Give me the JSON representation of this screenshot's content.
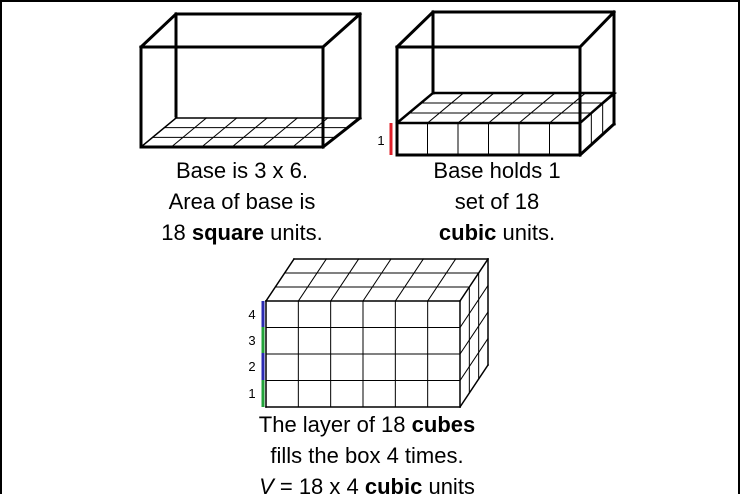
{
  "caption_left": {
    "line1": "Base is 3 x 6.",
    "line2": "Area of base is",
    "line3_pre": "18 ",
    "line3_bold": "square",
    "line3_post": " units."
  },
  "caption_right": {
    "line1": "Base holds 1",
    "line2": "set of 18",
    "line3_bold": "cubic",
    "line3_post": " units."
  },
  "caption_bottom": {
    "line1_pre": "The layer of 18 ",
    "line1_bold": "cubes",
    "line2": "fills the box 4 times.",
    "line3_var": "V",
    "line3_mid": " = 18 x 4 ",
    "line3_bold": "cubic",
    "line3_post": " units"
  },
  "labels": {
    "one_layer": "1",
    "layers": [
      "1",
      "2",
      "3",
      "4"
    ]
  },
  "colors": {
    "red_marker": "#e0202a",
    "blue_marker": "#2b2bb0",
    "green_marker": "#22a33a"
  }
}
